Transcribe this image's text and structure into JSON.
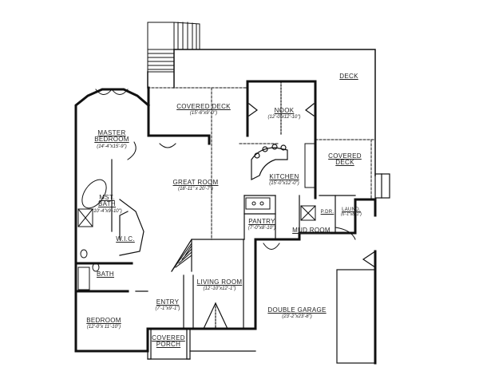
{
  "plan": {
    "rooms": [
      {
        "id": "deck",
        "name": "DECK",
        "dims": ""
      },
      {
        "id": "covered_deck_top",
        "name": "COVERED DECK",
        "dims": "(15'-6\"x9'-0\")"
      },
      {
        "id": "nook",
        "name": "NOOK",
        "dims": "(12'-0\"x12'-10\")"
      },
      {
        "id": "covered_deck_right",
        "name": "COVERED DECK",
        "dims": ""
      },
      {
        "id": "master_bedroom",
        "name": "MASTER BEDROOM",
        "dims": "(14'-4\"x15'-9\")"
      },
      {
        "id": "great_room",
        "name": "GREAT ROOM",
        "dims": "(18'-11\" x 20'-7\")"
      },
      {
        "id": "kitchen",
        "name": "KITCHEN",
        "dims": "(15'-0\"x12'-0\")"
      },
      {
        "id": "mst_bath",
        "name": "MST. BATH",
        "dims": "(10'-4\"x9'-10\")"
      },
      {
        "id": "wic",
        "name": "W.I.C.",
        "dims": ""
      },
      {
        "id": "pantry",
        "name": "PANTRY",
        "dims": "(7'-0\"x8'-10\")"
      },
      {
        "id": "pdr",
        "name": "P.DR.",
        "dims": ""
      },
      {
        "id": "laund",
        "name": "LAUND.",
        "dims": "(6'-1\"x8'-1\")"
      },
      {
        "id": "mud_room",
        "name": "MUD ROOM",
        "dims": ""
      },
      {
        "id": "bath",
        "name": "BATH",
        "dims": ""
      },
      {
        "id": "living_room",
        "name": "LIVING ROOM",
        "dims": "(12'-10\"x12'-1\")"
      },
      {
        "id": "entry",
        "name": "ENTRY",
        "dims": "(7'-1\"x9'-1\")"
      },
      {
        "id": "double_garage",
        "name": "DOUBLE GARAGE",
        "dims": "(23'-2\"x23'-8\")"
      },
      {
        "id": "bedroom",
        "name": "BEDROOM",
        "dims": "(12'-0\"x 11'-10\")"
      },
      {
        "id": "covered_porch",
        "name": "COVERED PORCH",
        "dims": ""
      }
    ]
  }
}
